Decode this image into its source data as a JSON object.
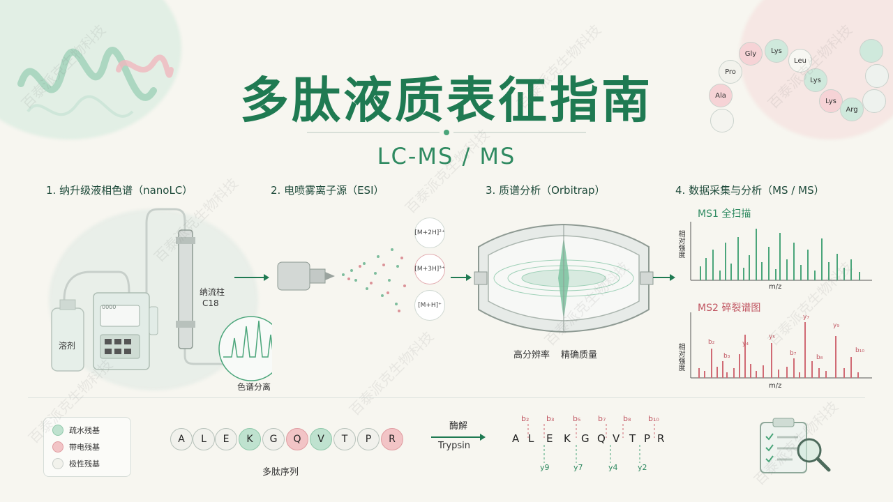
{
  "title": "多肽液质表征指南",
  "subtitle": "LC-MS / MS",
  "steps": {
    "s1": "1. 纳升级液相色谱（nanoLC）",
    "s2": "2. 电喷雾离子源（ESI）",
    "s3": "3. 质谱分析（Orbitrap）",
    "s4": "4. 数据采集与分析（MS / MS）"
  },
  "lc": {
    "solvent_label": "溶剂",
    "column_label_1": "纳流柱",
    "column_label_2": "C18",
    "separation_label": "色谱分离",
    "pump_badge": "0000"
  },
  "esi": {
    "ions": [
      "[M+2H]²⁺",
      "[M+3H]³⁺",
      "[M+H]⁺"
    ]
  },
  "orbitrap": {
    "caption_1": "高分辨率",
    "caption_2": "精确质量"
  },
  "ms1": {
    "title": "MS1 全扫描",
    "ylabel": "相对强度",
    "xlabel": "m/z"
  },
  "ms2": {
    "title": "MS2 碎裂谱图",
    "ylabel": "相对强度",
    "xlabel": "m/z",
    "peak_labels": [
      "b₂",
      "b₃",
      "y₄",
      "y₅",
      "b₇",
      "y₇",
      "b₈",
      "y₉",
      "b₁₀"
    ]
  },
  "legend": {
    "hydrophobic": "疏水残基",
    "charged": "带电残基",
    "polar": "极性残基"
  },
  "sequence": {
    "residues": [
      "A",
      "L",
      "E",
      "K",
      "G",
      "Q",
      "V",
      "T",
      "P",
      "R"
    ],
    "label": "多肽序列",
    "colors": {
      "hydrophobic": "#bfe2cf",
      "charged": "#f2c4c6",
      "polar": "#efefe9"
    }
  },
  "digest": {
    "label": "酶解",
    "enzyme": "Trypsin"
  },
  "fragments": {
    "residues": [
      "A",
      "L",
      "E",
      "K",
      "G",
      "Q",
      "V",
      "T",
      "P",
      "R"
    ],
    "b_ions": [
      "b₂",
      "b₃",
      "b₅",
      "b₇",
      "b₈",
      "b₁₀"
    ],
    "y_ions": [
      "y9",
      "y7",
      "y4",
      "y2"
    ]
  },
  "chain": [
    "Gly",
    "Lys",
    "Leu",
    "Pro",
    "Lys",
    "Ala",
    "Lys",
    "Arg"
  ],
  "watermark": "百泰派克生物科技",
  "colors": {
    "primary": "#1f7a52",
    "accent_red": "#c05561",
    "green_peak": "#4aa57a",
    "red_peak": "#d06a74"
  }
}
